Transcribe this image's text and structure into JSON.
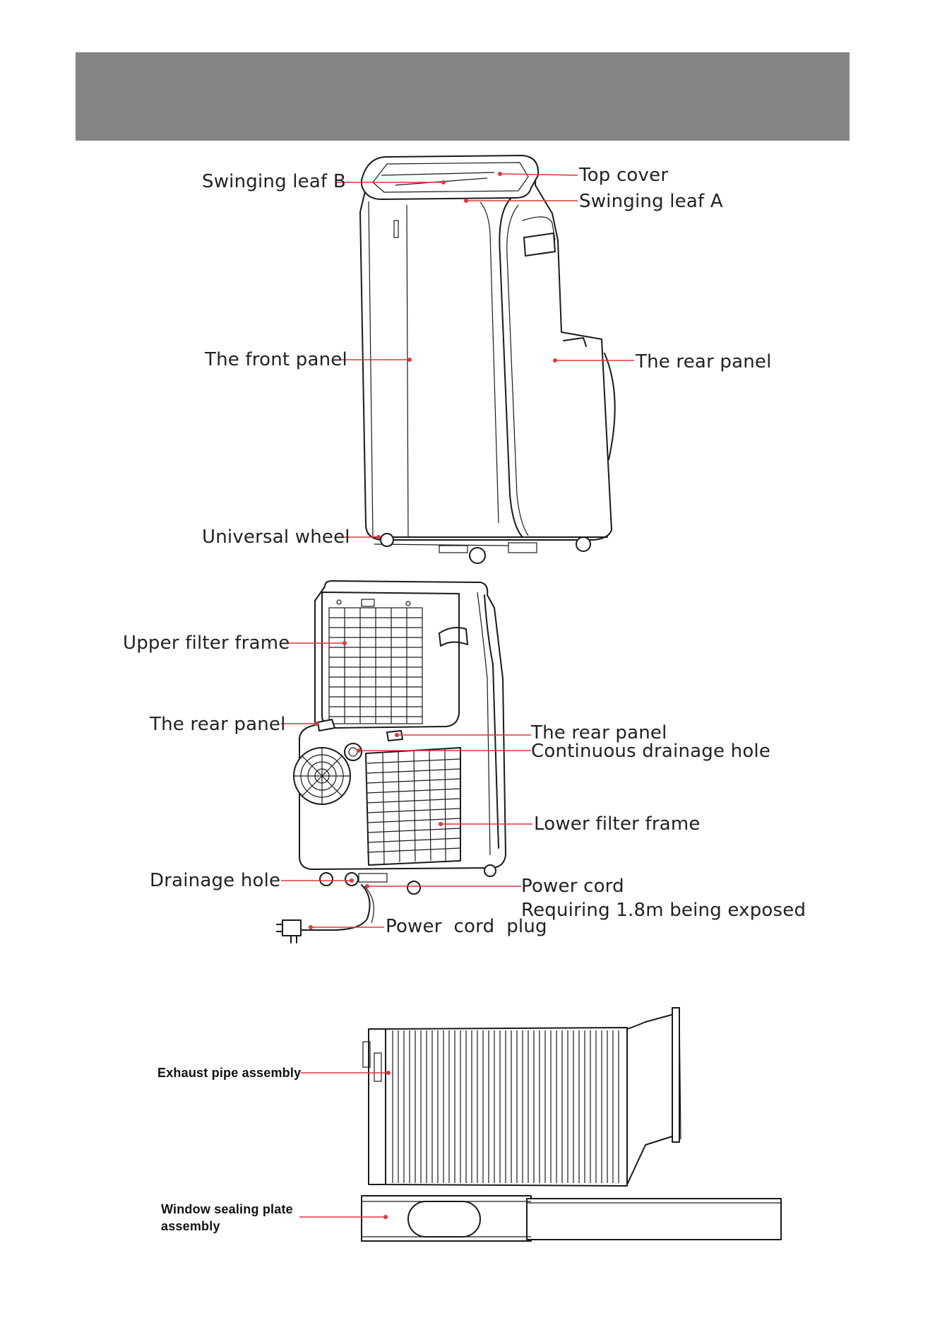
{
  "header": {
    "title": ""
  },
  "front_view": {
    "labels": {
      "swinging_leaf_b": "Swinging leaf B",
      "top_cover": "Top cover",
      "swinging_leaf_a": "Swinging leaf A",
      "front_panel": "The front panel",
      "rear_panel": "The rear panel",
      "universal_wheel": "Universal wheel"
    }
  },
  "rear_view": {
    "labels": {
      "upper_filter_frame": "Upper filter frame",
      "rear_panel_left": "The rear panel",
      "rear_panel_right": "The rear panel",
      "continuous_drainage_hole": "Continuous drainage hole",
      "lower_filter_frame": "Lower filter frame",
      "drainage_hole": "Drainage hole",
      "power_cord": "Power cord",
      "power_cord_note": "Requiring 1.8m being exposed",
      "power_cord_plug": "Power  cord  plug"
    }
  },
  "accessories": {
    "exhaust_pipe": "Exhaust pipe assembly",
    "window_plate_line1": "Window sealing plate",
    "window_plate_line2": "assembly"
  },
  "colors": {
    "header": "#848484",
    "leader": "#e0373b",
    "ink": "#1a1a1a"
  }
}
